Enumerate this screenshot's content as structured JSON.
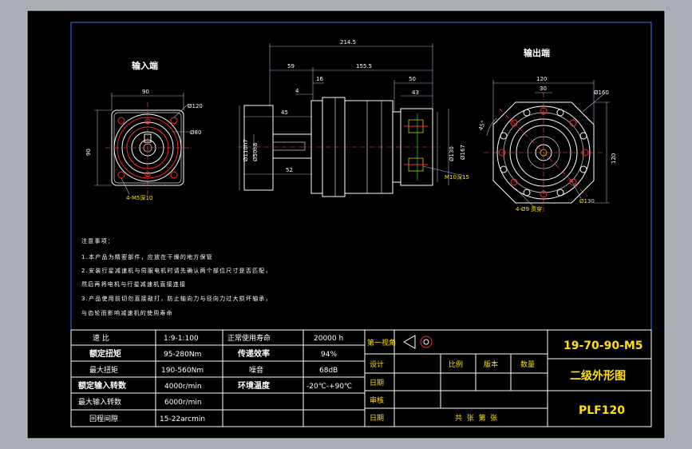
{
  "views": {
    "input_label": "输入端",
    "output_label": "输出端"
  },
  "dimensions": {
    "total_length": "214.5",
    "d59": "59",
    "d155": "155.5",
    "d16": "16",
    "d50": "50",
    "d4": "4",
    "d45": "45",
    "d43": "43",
    "d52": "52",
    "in_width": "90",
    "in_height": "90",
    "in_d120": "Ø120",
    "in_d80": "Ø80",
    "in_holes": "4-M5深10",
    "side_d110": "Ø110h7",
    "side_d50": "Ø50h8",
    "side_m10": "M10深15",
    "side_d130": "Ø130",
    "side_d167": "Ø167",
    "out_width": "120",
    "out_width2": "120",
    "out_d30": "30",
    "out_d160": "Ø160",
    "out_angle": "45°",
    "out_d130": "Ø130",
    "out_holes": "4-Ø9 贯穿"
  },
  "notes": [
    "注意事项：",
    "1.本产品为精密部件，应放在干燥的地方保管",
    "2.安装行星减速机与伺服电机时请先确认两个部位尺寸是否匹配，",
    "然后再将电机与行星减速机直接连接",
    "3.产品使用前切勿直接敲打，防止轴向力与径向力过大损坏轴承，",
    "与齿轮而影响减速机的使用寿命"
  ],
  "specs": {
    "rows": [
      {
        "k1": "速 比",
        "v1": "1:9-1:100",
        "k2": "正常使用寿命",
        "v2": "20000 h"
      },
      {
        "k1": "额定扭矩",
        "v1": "95-280Nm",
        "k2": "传递效率",
        "v2": "94%"
      },
      {
        "k1": "最大扭矩",
        "v1": "190-560Nm",
        "k2": "噪音",
        "v2": "68dB"
      },
      {
        "k1": "额定输入转数",
        "v1": "4000r/min",
        "k2": "环境温度",
        "v2": "-20℃-+90℃"
      },
      {
        "k1": "最大输入转数",
        "v1": "6000r/min",
        "k2": "",
        "v2": ""
      },
      {
        "k1": "回程间隙",
        "v1": "15-22arcmin",
        "k2": "",
        "v2": ""
      }
    ]
  },
  "titleblock": {
    "projection": "第一视角",
    "design": "设计",
    "date1": "日期",
    "review": "审核",
    "date2": "日期",
    "scale": "比例",
    "version": "版本",
    "quantity": "数量",
    "sheets": "共  张  第  张",
    "code": "19-70-90-M5",
    "name": "二级外形图",
    "model": "PLF120"
  },
  "colors": {
    "background": "#000000",
    "frame_outer": "#a9acb2",
    "line": "#ffffff",
    "accent_red": "#ff2a2a",
    "accent_yellow": "#ffe000",
    "accent_green": "#2bd92b"
  }
}
